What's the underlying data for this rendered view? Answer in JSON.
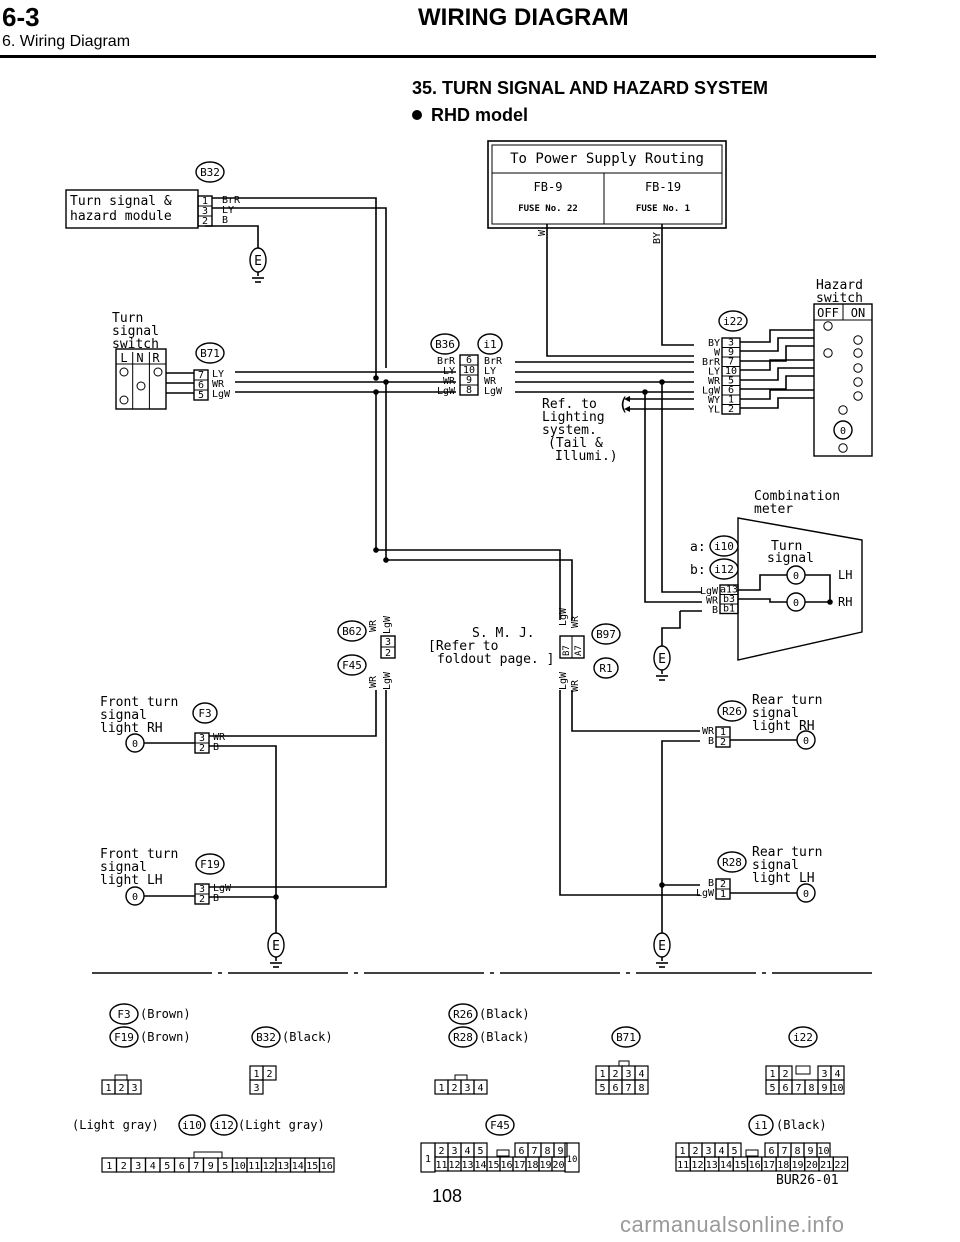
{
  "header": {
    "section_number": "6-3",
    "section_title": "WIRING DIAGRAM",
    "subsection": "6. Wiring Diagram"
  },
  "diagram": {
    "title": "35. TURN SIGNAL AND HAZARD SYSTEM",
    "model": "RHD model",
    "figure_code": "BUR26-01",
    "power": {
      "label": "To Power Supply Routing",
      "fuses": [
        {
          "id": "FB-9",
          "fuse": "FUSE No. 22"
        },
        {
          "id": "FB-19",
          "fuse": "FUSE No. 1"
        }
      ],
      "wires": [
        "W",
        "BY"
      ]
    },
    "components": {
      "turn_module": "Turn signal & hazard module",
      "turn_switch": [
        "Turn",
        "signal",
        "switch"
      ],
      "turn_switch_pos": [
        "L",
        "N",
        "R"
      ],
      "hazard_switch": [
        "Hazard",
        "switch"
      ],
      "hazard_pos": [
        "OFF",
        "ON"
      ],
      "combination_meter": [
        "Combination",
        "meter"
      ],
      "meter_turn_signal": [
        "Turn",
        "signal"
      ],
      "meter_lh": "LH",
      "meter_rh": "RH",
      "smj": [
        "S. M. J.",
        "[Refer to",
        "foldout page. ]"
      ],
      "ref_lighting": [
        "Ref. to",
        "Lighting",
        "system.",
        "(Tail &",
        "Illumi.)"
      ],
      "front_rh": [
        "Front turn",
        "signal",
        "light RH"
      ],
      "front_lh": [
        "Front turn",
        "signal",
        "light LH"
      ],
      "rear_rh": [
        "Rear turn",
        "signal",
        "light RH"
      ],
      "rear_lh": [
        "Rear turn",
        "signal",
        "light LH"
      ],
      "meter_a": "a:",
      "meter_b": "b:"
    },
    "connectors": {
      "B32": "B32",
      "B71": "B71",
      "B36": "B36",
      "i1": "i1",
      "i22": "i22",
      "i10": "i10",
      "i12": "i12",
      "B62": "B62",
      "F45": "F45",
      "B97": "B97",
      "R1": "R1",
      "F3": "F3",
      "F19": "F19",
      "R26": "R26",
      "R28": "R28"
    },
    "ground": "E",
    "wire_labels": {
      "b32": [
        {
          "pin": "1",
          "color": "BrR"
        },
        {
          "pin": "3",
          "color": "LY"
        },
        {
          "pin": "2",
          "color": "B"
        }
      ],
      "b71": [
        {
          "pin": "7",
          "color": "LY"
        },
        {
          "pin": "6",
          "color": "WR"
        },
        {
          "pin": "5",
          "color": "LgW"
        }
      ],
      "b36_left": [
        "BrR",
        "LY",
        "WR",
        "LgW"
      ],
      "b36_pins": [
        "6",
        "10",
        "9",
        "8"
      ],
      "b36_right": [
        "BrR",
        "LY",
        "WR",
        "LgW"
      ],
      "i22_colors": [
        "BY",
        "W",
        "BrR",
        "LY",
        "WR",
        "LgW",
        "WY",
        "YL"
      ],
      "i22_pins": [
        "3",
        "9",
        "7",
        "10",
        "5",
        "6",
        "1",
        "2"
      ],
      "meter_colors": [
        "LgW",
        "WR",
        "B"
      ],
      "meter_pins": [
        "a13",
        "b3",
        "b1"
      ],
      "b62_colors": [
        "WR",
        "LgW"
      ],
      "b62_pins": [
        "3",
        "2"
      ],
      "f45_colors": [
        "WR",
        "LgW"
      ],
      "b97_colors": [
        "LgW",
        "WR"
      ],
      "b97_pins": [
        "B7",
        "A7"
      ],
      "r1_colors": [
        "LgW",
        "WR"
      ],
      "f3": [
        {
          "pin": "3",
          "color": "WR"
        },
        {
          "pin": "2",
          "color": "B"
        }
      ],
      "f19": [
        {
          "pin": "3",
          "color": "LgW"
        },
        {
          "pin": "2",
          "color": "B"
        }
      ],
      "r26": [
        {
          "pin": "1",
          "color": "WR"
        },
        {
          "pin": "2",
          "color": "B"
        }
      ],
      "r28": [
        {
          "pin": "2",
          "color": "B"
        },
        {
          "pin": "1",
          "color": "LgW"
        }
      ]
    },
    "legend": {
      "F3": "(Brown)",
      "F19": "(Brown)",
      "B32": "(Black)",
      "R26": "(Black)",
      "R28": "(Black)",
      "B71": "B71",
      "i22": "i22",
      "i10_left": "(Light gray)",
      "i12_right": "(Light gray)",
      "F45": "F45",
      "i1": "(Black)",
      "pins_f3": [
        "1",
        "2",
        "3"
      ],
      "pins_b32_top": [
        "1",
        "2"
      ],
      "pins_b32_bot": [
        "3"
      ],
      "pins_r26": [
        "1",
        "2",
        "3",
        "4"
      ],
      "pins_b71_top": [
        "1",
        "2",
        "3",
        "4"
      ],
      "pins_b71_bot": [
        "5",
        "6",
        "7",
        "8"
      ],
      "pins_i22_top_a": [
        "1",
        "2"
      ],
      "pins_i22_top_b": [
        "3",
        "4"
      ],
      "pins_i22_bot": [
        "5",
        "6",
        "7",
        "8",
        "9",
        "10"
      ],
      "pins_i10": [
        "1",
        "2",
        "3",
        "4",
        "5",
        "6",
        "7",
        "9",
        "5",
        "10",
        "11",
        "12",
        "13",
        "14",
        "15",
        "16"
      ],
      "pins_f45_top_a": [
        "2",
        "3",
        "4",
        "5"
      ],
      "pins_f45_top_b": [
        "6",
        "7",
        "8",
        "9"
      ],
      "pins_f45_bot": [
        "11",
        "12",
        "13",
        "14",
        "15",
        "16",
        "17",
        "18",
        "19",
        "20"
      ],
      "pins_f45_left": "1",
      "pins_f45_right": "10",
      "pins_i1_top_a": [
        "1",
        "2",
        "3",
        "4",
        "5"
      ],
      "pins_i1_top_b": [
        "6",
        "7",
        "8",
        "9",
        "10"
      ],
      "pins_i1_bot": [
        "11",
        "12",
        "13",
        "14",
        "15",
        "16",
        "17",
        "18",
        "19",
        "20",
        "21",
        "22"
      ]
    }
  },
  "footer": {
    "page_number": "108",
    "watermark": "carmanualsonline.info"
  }
}
